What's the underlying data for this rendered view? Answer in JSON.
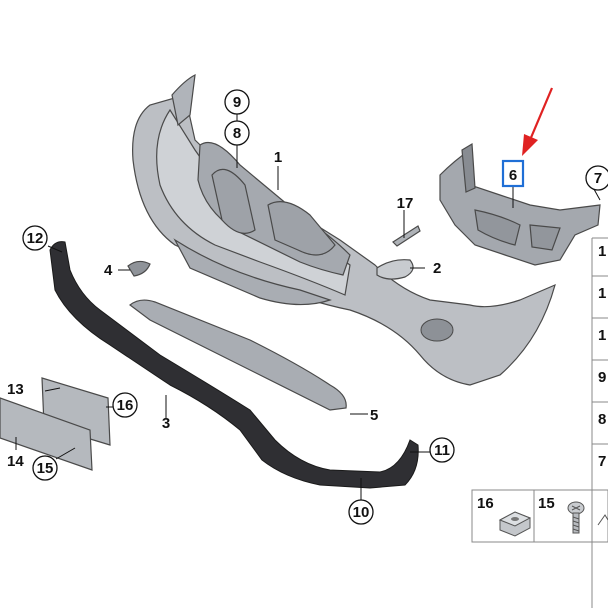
{
  "diagram": {
    "colors": {
      "part_fill": "#b9bcc1",
      "part_dark": "#2f2f33",
      "highlight_box": "#1f6fd6",
      "arrow": "#e02222"
    },
    "callouts": {
      "c1": "1",
      "c2": "2",
      "c3": "3",
      "c4": "4",
      "c5": "5",
      "c6": "6",
      "c7": "7",
      "c8": "8",
      "c9": "9",
      "c10": "10",
      "c11": "11",
      "c12": "12",
      "c13": "13",
      "c14": "14",
      "c15": "15",
      "c16": "16",
      "c17": "17"
    },
    "highlighted_callout": "6",
    "side_list": [
      "1",
      "1",
      "1",
      "9",
      "8",
      "7"
    ],
    "legend": [
      {
        "number": "16",
        "icon": "clip-nut-icon"
      },
      {
        "number": "15",
        "icon": "screw-icon"
      }
    ]
  }
}
